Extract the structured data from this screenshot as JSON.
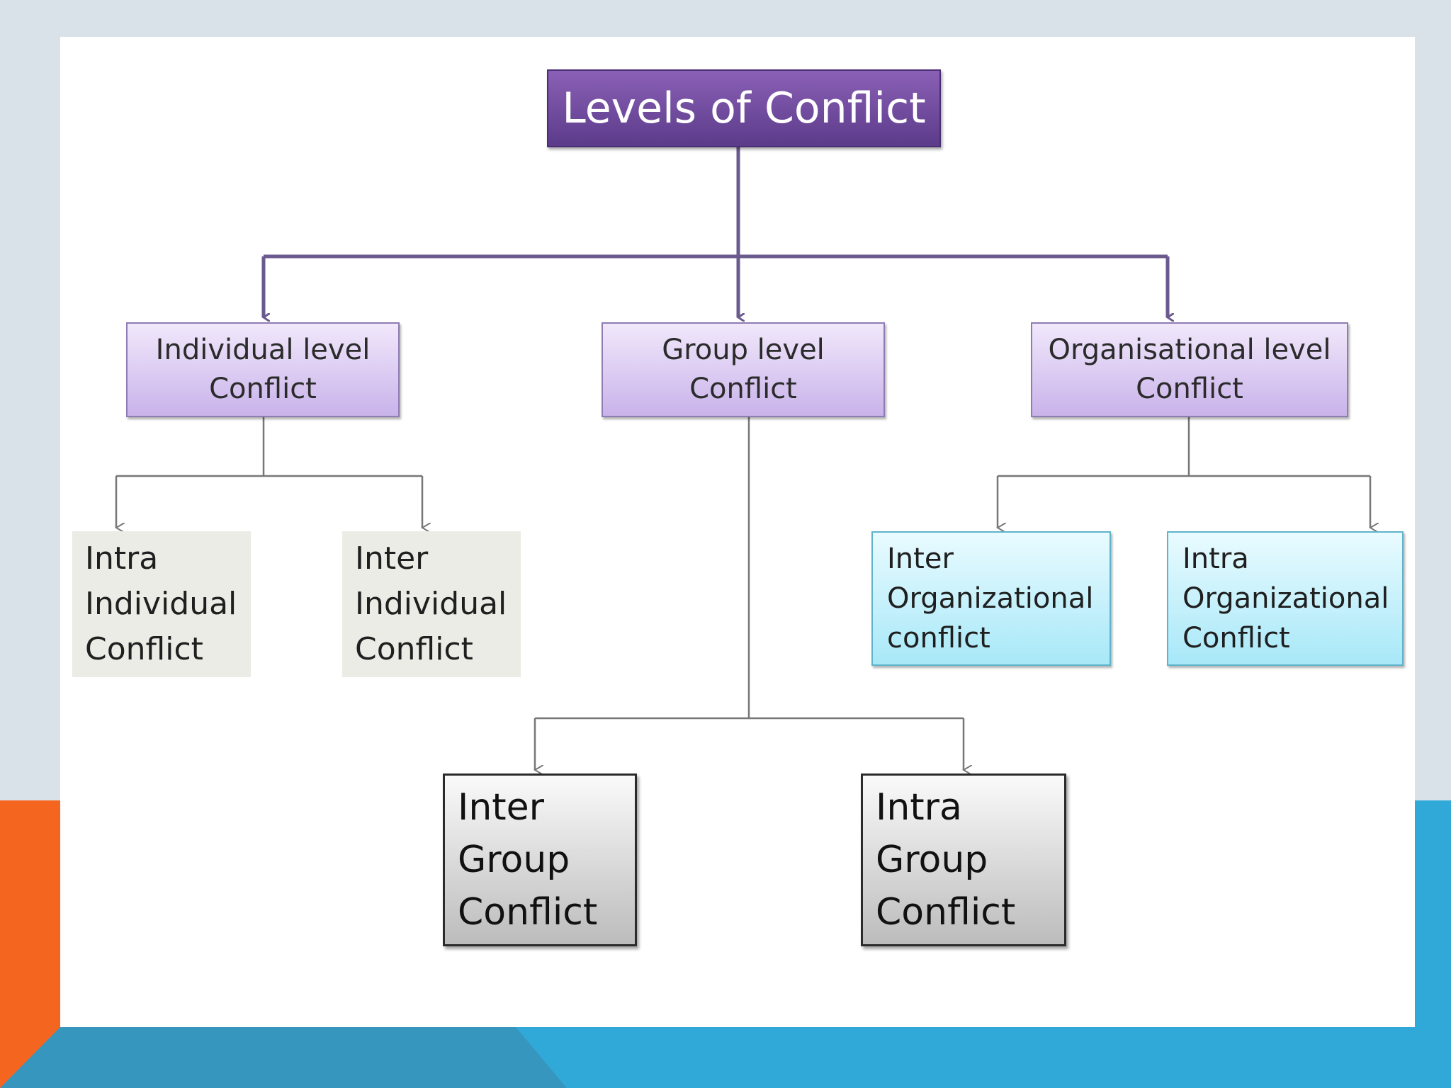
{
  "title": "Levels of Conflict",
  "levels": [
    {
      "line1": "Individual level",
      "line2": "Conflict"
    },
    {
      "line1": "Group level",
      "line2": "Conflict"
    },
    {
      "line1": "Organisational level",
      "line2": "Conflict"
    }
  ],
  "individual_children": [
    {
      "lines": [
        "Intra",
        "Individual",
        "Conflict"
      ]
    },
    {
      "lines": [
        "Inter",
        "Individual",
        "Conflict"
      ]
    }
  ],
  "organisational_children": [
    {
      "lines": [
        "Inter",
        "Organizational",
        "conflict"
      ]
    },
    {
      "lines": [
        "Intra",
        "Organizational",
        "Conflict"
      ]
    }
  ],
  "group_children": [
    {
      "lines": [
        "Inter",
        "Group",
        "Conflict"
      ]
    },
    {
      "lines": [
        "Intra",
        "Group",
        "Conflict"
      ]
    }
  ],
  "colors": {
    "root": "#6a4a9a",
    "level": "#d9c8f0",
    "individual": "#ecece6",
    "organisational": "#c7f0fb",
    "group": "#d8d8d8",
    "primary_connector": "#6b5a8e",
    "secondary_connector": "#777777",
    "accent_orange": "#f4661f",
    "accent_blue": "#31a9d8"
  }
}
